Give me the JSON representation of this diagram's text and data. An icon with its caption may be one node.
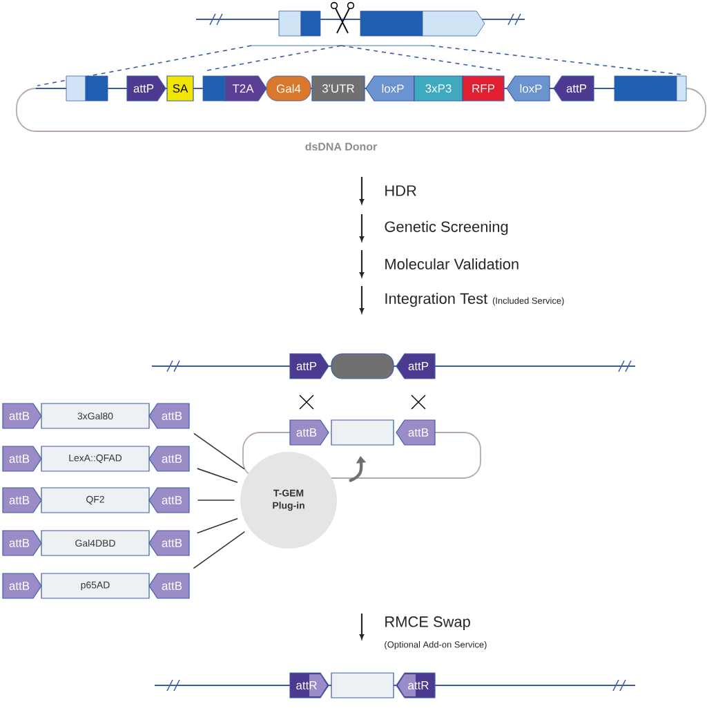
{
  "diagram": {
    "nodes": [
      {
        "text": [
          "attP"
        ]
      },
      {
        "text": [
          "SA"
        ]
      },
      {
        "text": [
          "T2A"
        ]
      },
      {
        "text": [
          "Gal4"
        ]
      },
      {
        "text": [
          "3'UTR"
        ]
      },
      {
        "text": [
          "loxP"
        ]
      },
      {
        "text": [
          "3xP3"
        ]
      },
      {
        "text": [
          "RFP"
        ]
      },
      {
        "text": [
          "loxP"
        ]
      },
      {
        "text": [
          "attP"
        ]
      },
      {
        "text": [
          "attP"
        ]
      },
      {
        "text": [],
        "shape": "box"
      },
      {
        "text": [
          "attP"
        ]
      },
      {
        "text": [
          "attB"
        ]
      },
      {
        "text": [],
        "shape": "box"
      },
      {
        "text": [
          "attB"
        ]
      },
      {
        "text": [
          "T-GEM Plug-in"
        ]
      },
      {
        "text": [
          "attB"
        ]
      },
      {
        "text": [
          "3xGal80"
        ]
      },
      {
        "text": [
          "attB"
        ]
      },
      {
        "text": [
          "attB"
        ]
      },
      {
        "text": [
          "LexA::QFAD"
        ]
      },
      {
        "text": [
          "attB"
        ]
      },
      {
        "text": [
          "attB"
        ]
      },
      {
        "text": [
          "QF2"
        ]
      },
      {
        "text": [
          "attB"
        ]
      },
      {
        "text": [
          "attB"
        ]
      },
      {
        "text": [
          "Gal4DBD"
        ]
      },
      {
        "text": [
          "attB"
        ]
      },
      {
        "text": [
          "attB"
        ]
      },
      {
        "text": [
          "p65AD"
        ]
      },
      {
        "text": [
          "attB"
        ]
      },
      {
        "text": [
          "attR"
        ]
      },
      {
        "text": [],
        "shape": "box"
      },
      {
        "text": [
          "attR"
        ]
      }
    ],
    "edges": [
      {
        "from": 19,
        "to": 16,
        "arrow": "none"
      },
      {
        "from": 22,
        "to": 16,
        "arrow": "none"
      },
      {
        "from": 25,
        "to": 16,
        "arrow": "none"
      },
      {
        "from": 28,
        "to": 16,
        "arrow": "none"
      },
      {
        "from": 31,
        "to": 16,
        "arrow": "none"
      }
    ],
    "labels": [
      "dsDNA Donor",
      "HDR",
      "Genetic Screening",
      "Molecular Validation",
      "Integration Test",
      "(Included Service)",
      "RMCE Swap",
      "(Optional Add-on Service)"
    ]
  }
}
